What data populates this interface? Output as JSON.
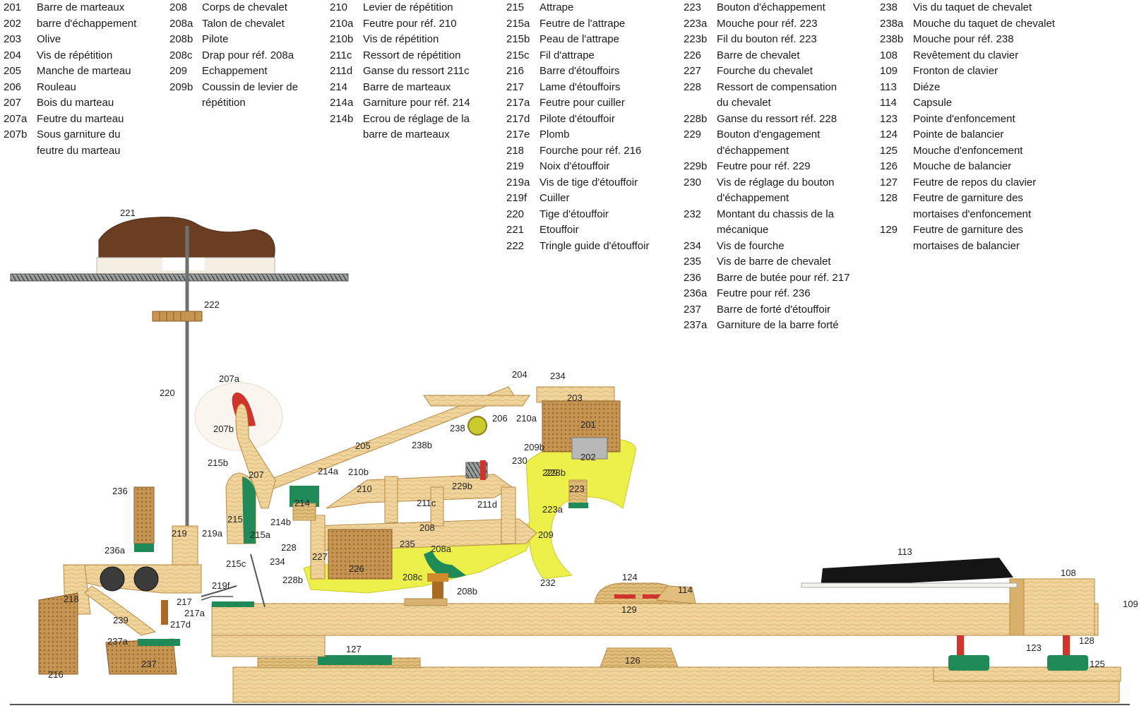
{
  "legend": {
    "col0": [
      {
        "num": "201",
        "text": "Barre de marteaux"
      },
      {
        "num": "202",
        "text": "barre d'échappement"
      },
      {
        "num": "203",
        "text": "Olive"
      },
      {
        "num": "204",
        "text": "Vis de répétition"
      },
      {
        "num": "205",
        "text": "Manche de marteau"
      },
      {
        "num": "206",
        "text": "Rouleau"
      },
      {
        "num": "",
        "text": ""
      },
      {
        "num": "207",
        "text": "Bois du marteau"
      },
      {
        "num": "207a",
        "text": "Feutre du marteau"
      },
      {
        "num": "207b",
        "text": "Sous garniture du"
      },
      {
        "num": "",
        "text": "feutre du marteau"
      }
    ],
    "col1": [
      {
        "num": "208",
        "text": "Corps de chevalet"
      },
      {
        "num": "208a",
        "text": "Talon de chevalet"
      },
      {
        "num": "208b",
        "text": "Pilote"
      },
      {
        "num": "208c",
        "text": "Drap pour réf. 208a"
      },
      {
        "num": "",
        "text": ""
      },
      {
        "num": "209",
        "text": "Echappement"
      },
      {
        "num": "209b",
        "text": "Coussin de levier de"
      },
      {
        "num": "",
        "text": "répétition"
      }
    ],
    "col2": [
      {
        "num": "210",
        "text": "Levier de répétition"
      },
      {
        "num": "210a",
        "text": "Feutre pour réf. 210"
      },
      {
        "num": "210b",
        "text": "Vis de répétition"
      },
      {
        "num": "211c",
        "text": "Ressort de répétition"
      },
      {
        "num": "211d",
        "text": "Ganse du ressort 211c"
      },
      {
        "num": "",
        "text": ""
      },
      {
        "num": "214",
        "text": "Barre de marteaux"
      },
      {
        "num": "214a",
        "text": "Garniture pour réf. 214"
      },
      {
        "num": "214b",
        "text": "Ecrou de réglage de la"
      },
      {
        "num": "",
        "text": "barre de marteaux"
      }
    ],
    "col3": [
      {
        "num": "215",
        "text": "Attrape"
      },
      {
        "num": "215a",
        "text": "Feutre de l'attrape"
      },
      {
        "num": "215b",
        "text": "Peau de l'attrape"
      },
      {
        "num": "215c",
        "text": "Fil d'attrape"
      },
      {
        "num": "",
        "text": ""
      },
      {
        "num": "216",
        "text": "Barre d'étouffoirs"
      },
      {
        "num": "217",
        "text": "Lame d'étouffoirs"
      },
      {
        "num": "217a",
        "text": "Feutre pour cuiller"
      },
      {
        "num": "217d",
        "text": "Pilote d'étouffoir"
      },
      {
        "num": "217e",
        "text": "Plomb"
      },
      {
        "num": "",
        "text": ""
      },
      {
        "num": "218",
        "text": "Fourche pour réf. 216"
      },
      {
        "num": "219",
        "text": "Noix d'étouffoir"
      },
      {
        "num": "219a",
        "text": "Vis de tige d'étouffoir"
      },
      {
        "num": "219f",
        "text": "Cuiller"
      },
      {
        "num": "",
        "text": ""
      },
      {
        "num": "220",
        "text": "Tige d'étouffoir"
      },
      {
        "num": "221",
        "text": "Etouffoir"
      },
      {
        "num": "222",
        "text": "Tringle guide d'étouffoir"
      }
    ],
    "col4": [
      {
        "num": "223",
        "text": "Bouton d'échappement"
      },
      {
        "num": "223a",
        "text": "Mouche pour réf. 223"
      },
      {
        "num": "223b",
        "text": "Fil du bouton réf. 223"
      },
      {
        "num": "",
        "text": ""
      },
      {
        "num": "226",
        "text": "Barre de chevalet"
      },
      {
        "num": "227",
        "text": "Fourche du chevalet"
      },
      {
        "num": "228",
        "text": "Ressort de compensation"
      },
      {
        "num": "",
        "text": "du chevalet"
      },
      {
        "num": "228b",
        "text": "Ganse du ressort réf. 228"
      },
      {
        "num": "",
        "text": ""
      },
      {
        "num": "229",
        "text": "Bouton d'engagement"
      },
      {
        "num": "",
        "text": "d'échappement"
      },
      {
        "num": "229b",
        "text": "Feutre pour réf. 229"
      },
      {
        "num": "230",
        "text": "Vis de réglage du bouton"
      },
      {
        "num": "",
        "text": "d'échappement"
      },
      {
        "num": "",
        "text": ""
      },
      {
        "num": "232",
        "text": "Montant du chassis de la"
      },
      {
        "num": "",
        "text": "mécanique"
      },
      {
        "num": "234",
        "text": "Vis de fourche"
      },
      {
        "num": "235",
        "text": "Vis de barre de chevalet"
      },
      {
        "num": "236",
        "text": "Barre de butée pour réf. 217"
      },
      {
        "num": "236a",
        "text": "Feutre pour réf. 236"
      },
      {
        "num": "237",
        "text": "Barre de forté d'étouffoir"
      },
      {
        "num": "237a",
        "text": "Garniture de la barre forté"
      }
    ],
    "col5": [
      {
        "num": "238",
        "text": "Vis du taquet de chevalet"
      },
      {
        "num": "238a",
        "text": "Mouche du taquet de chevalet"
      },
      {
        "num": "238b",
        "text": "Mouche pour réf. 238"
      },
      {
        "num": "",
        "text": ""
      },
      {
        "num": "108",
        "text": "Revêtement du clavier"
      },
      {
        "num": "109",
        "text": "Fronton de clavier"
      },
      {
        "num": "113",
        "text": "Diéze"
      },
      {
        "num": "114",
        "text": "Capsule"
      },
      {
        "num": "123",
        "text": "Pointe d'enfoncement"
      },
      {
        "num": "124",
        "text": "Pointe de balancier"
      },
      {
        "num": "125",
        "text": "Mouche d'enfoncement"
      },
      {
        "num": "126",
        "text": "Mouche de balancier"
      },
      {
        "num": "127",
        "text": "Feutre de repos du clavier"
      },
      {
        "num": "128",
        "text": "Feutre de garniture des"
      },
      {
        "num": "",
        "text": "mortaises d'enfoncement"
      },
      {
        "num": "129",
        "text": "Feutre de garniture des"
      },
      {
        "num": "",
        "text": "mortaises de balancier"
      }
    ]
  },
  "diagram_labels": [
    "221",
    "222",
    "220",
    "207a",
    "207b",
    "215b",
    "207",
    "236",
    "236a",
    "219",
    "219a",
    "215",
    "215a",
    "214b",
    "214a",
    "214",
    "210b",
    "210",
    "238b",
    "238",
    "205",
    "206",
    "210a",
    "204",
    "234",
    "203",
    "201",
    "202",
    "209b",
    "230",
    "229",
    "229b",
    "223b",
    "223",
    "223a",
    "211c",
    "211d",
    "208",
    "209",
    "235",
    "228",
    "227",
    "226",
    "234",
    "228b",
    "215c",
    "219f",
    "217",
    "217a",
    "217d",
    "218",
    "239",
    "237a",
    "237",
    "216",
    "208a",
    "208c",
    "208b",
    "232",
    "124",
    "114",
    "129",
    "127",
    "126",
    "113",
    "108",
    "109",
    "123",
    "128",
    "125"
  ],
  "colors": {
    "wood": "#f0d49b",
    "wood_dark": "#c9a25d",
    "yellow_frame": "#eef04a",
    "felt_green": "#1f8a57",
    "felt_red": "#d0342c",
    "mahogany": "#6b3d22",
    "ink": "#222222",
    "key_black": "#151515"
  }
}
